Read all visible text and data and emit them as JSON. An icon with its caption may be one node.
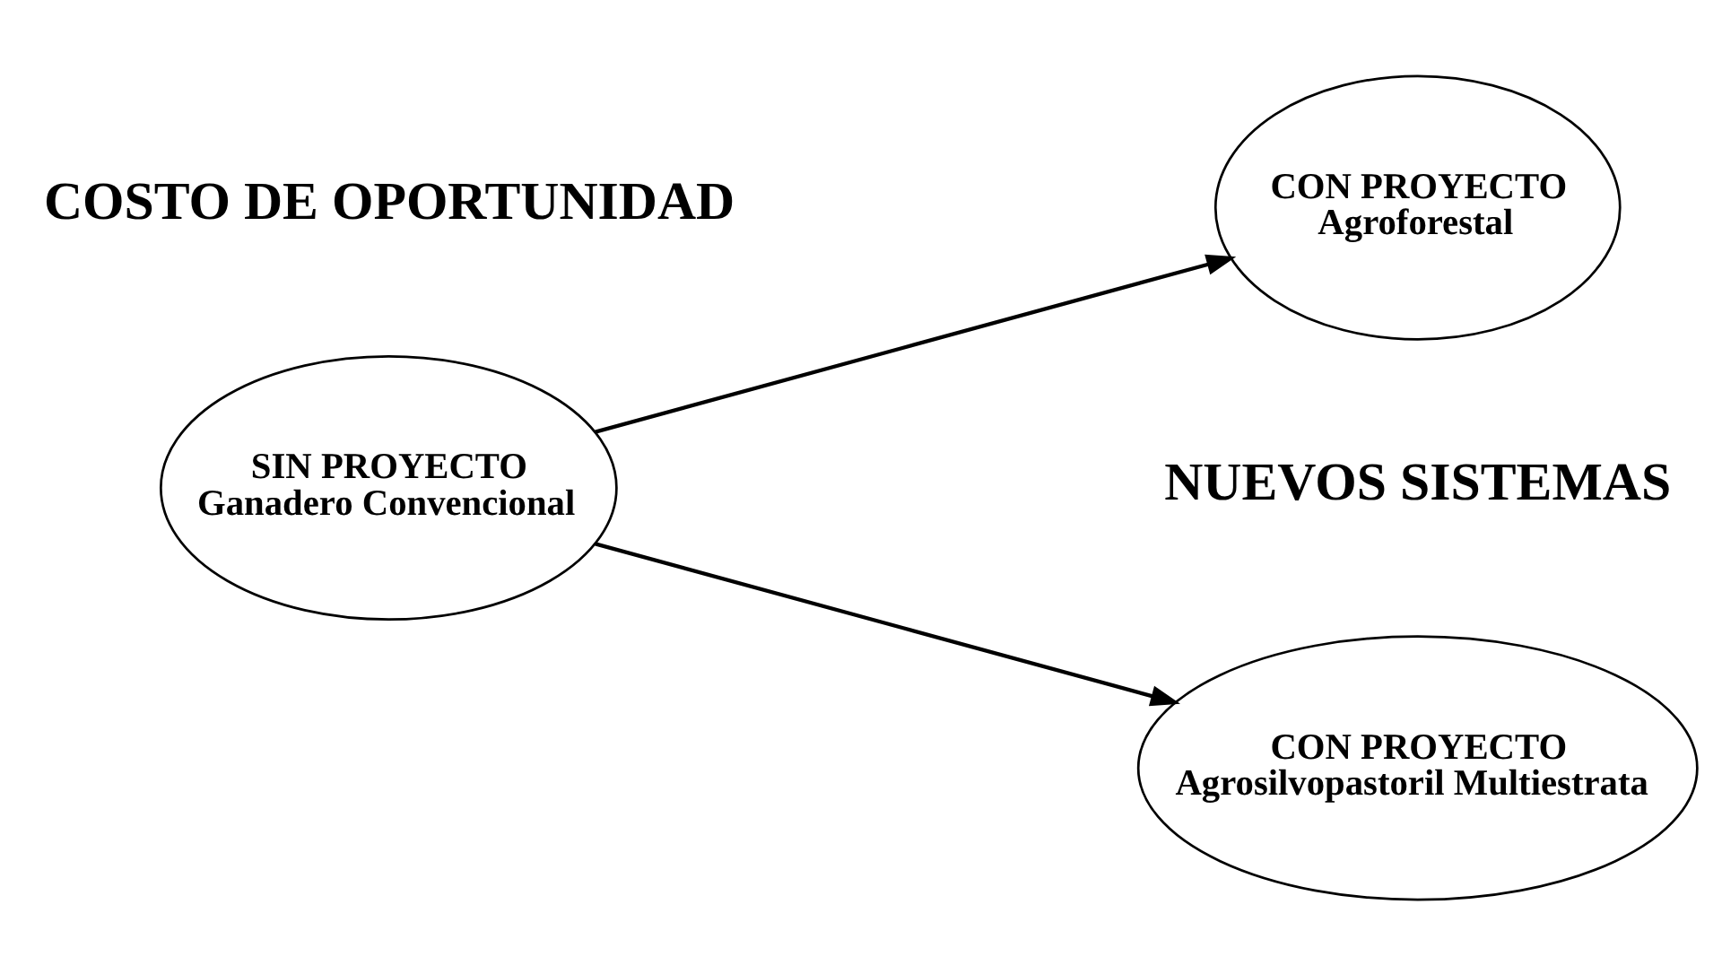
{
  "diagram": {
    "nodes": [
      {
        "text": [
          "SIN PROYECTO",
          "Ganadero Convencional"
        ]
      },
      {
        "text": [
          "CON PROYECTO",
          "Agrosilvopastoril Multiestrata"
        ]
      },
      {
        "text": [
          "CON PROYECTO",
          "Agroforestal"
        ]
      }
    ],
    "edges": [
      {
        "from": 0,
        "to": 1,
        "arrow": "to"
      },
      {
        "from": 0,
        "to": 2,
        "arrow": "to"
      }
    ],
    "labels": [
      "NUEVOS SISTEMAS",
      "COSTO DE OPORTUNIDAD"
    ]
  }
}
